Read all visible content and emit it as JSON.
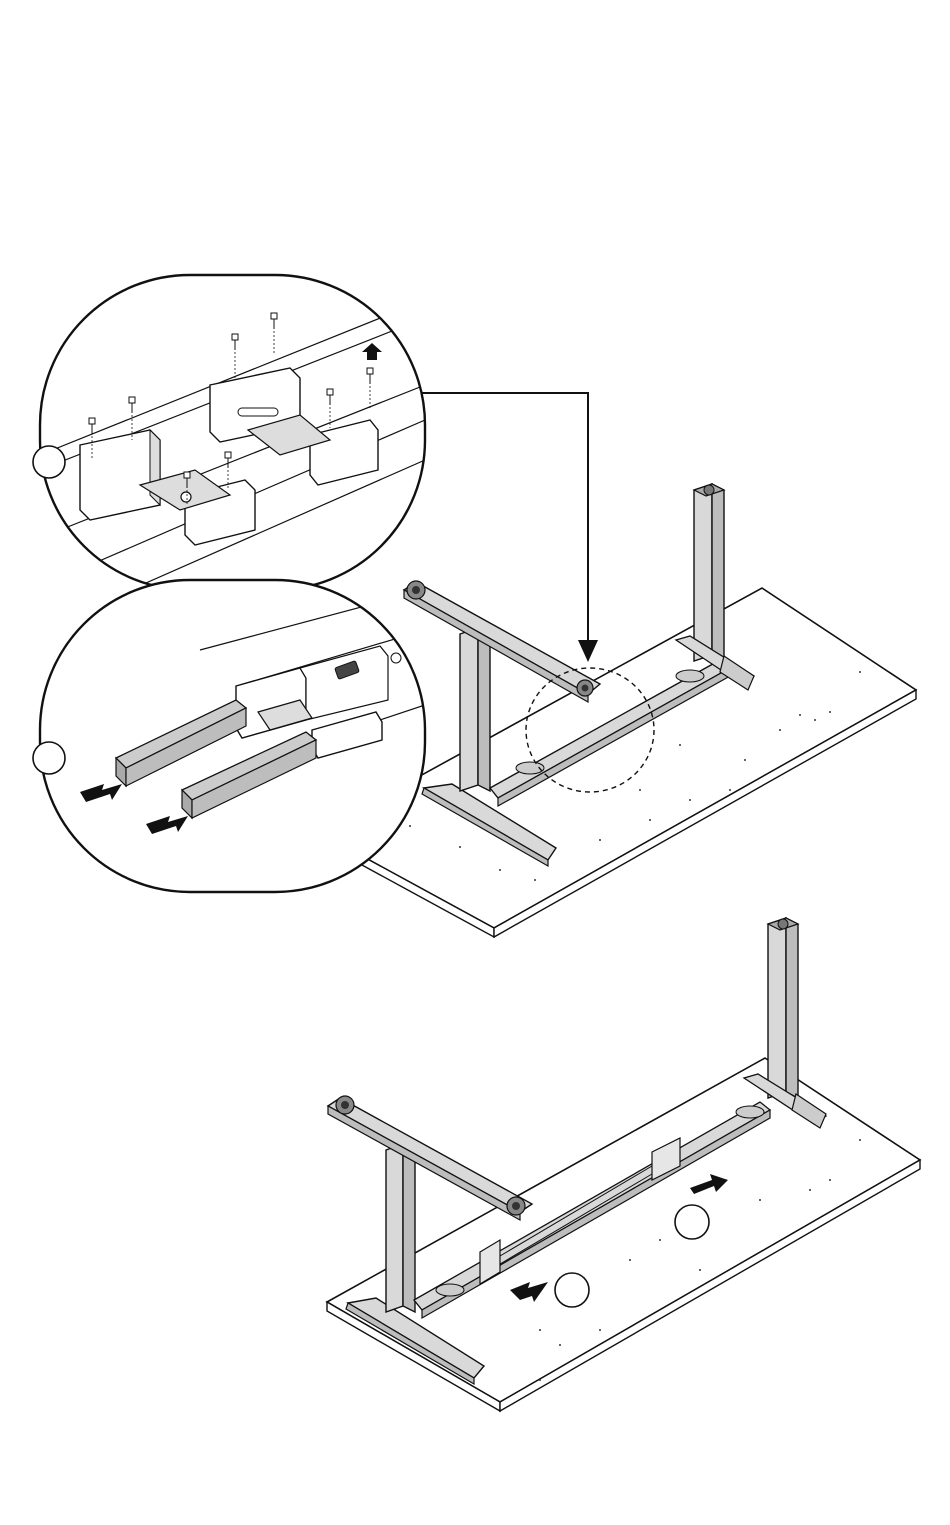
{
  "page": {
    "background": "#ffffff",
    "line_color": "#111111",
    "metal_color": "#d9d9d9",
    "metal_dark": "#bdbdbd",
    "desk_top_color": "#ffffff"
  },
  "callouts": [
    {
      "label": "",
      "marker": "step-circle"
    },
    {
      "label": "",
      "marker": "step-circle"
    },
    {
      "label": "",
      "marker": "step-circle"
    },
    {
      "label": "",
      "marker": "step-circle"
    }
  ],
  "arrows": {
    "pull_out_direction": "outward",
    "push_in_direction": "inward"
  }
}
